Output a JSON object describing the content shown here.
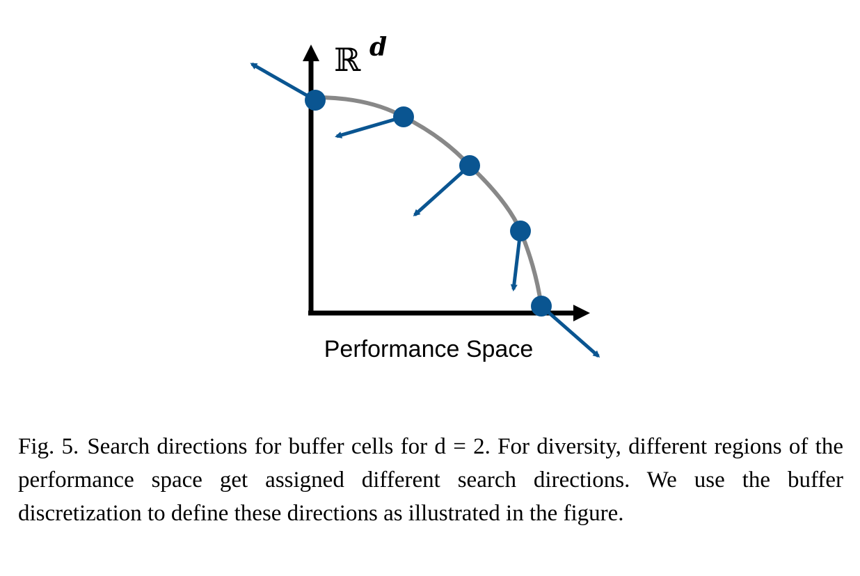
{
  "figure": {
    "space_symbol": "ℝ",
    "space_exponent": "d",
    "x_axis_label": "Performance Space",
    "colors": {
      "axis": "#000000",
      "front_curve": "#888888",
      "points": "#0a5591",
      "arrows": "#0a5591"
    },
    "front_points_count": 5
  },
  "caption": {
    "label": "Fig. 5.",
    "text": "Search directions for buffer cells for d = 2. For diversity, different regions of the performance space get assigned different search directions. We use the buffer discretization to define these directions as illustrated in the figure."
  }
}
